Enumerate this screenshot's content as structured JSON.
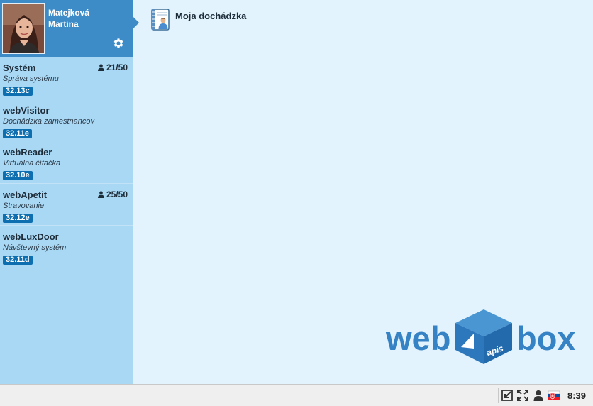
{
  "user": {
    "last_name": "Matejková",
    "first_name": "Martina"
  },
  "apps": [
    {
      "title": "Systém",
      "subtitle": "Správa systému",
      "version": "32.13c",
      "count": "21/50"
    },
    {
      "title": "webVisitor",
      "subtitle": "Dochádzka zamestnancov",
      "version": "32.11e",
      "count": ""
    },
    {
      "title": "webReader",
      "subtitle": "Virtuálna čítačka",
      "version": "32.10e",
      "count": ""
    },
    {
      "title": "webApetit",
      "subtitle": "Stravovanie",
      "version": "32.12e",
      "count": "25/50"
    },
    {
      "title": "webLuxDoor",
      "subtitle": "Návštevný systém",
      "version": "32.11d",
      "count": ""
    }
  ],
  "shortcut": {
    "label": "Moja dochádzka"
  },
  "logo": {
    "left": "web",
    "right": "box",
    "cube": "apis"
  },
  "taskbar": {
    "clock": "8:39",
    "icons": [
      "minimize-icon",
      "fullscreen-icon",
      "user-icon",
      "slovak-flag-icon"
    ]
  },
  "colors": {
    "sidebar": "#a9d8f5",
    "user_card": "#3d8cc8",
    "version_badge": "#0d6fb0",
    "main_bg": "#e3f3fd",
    "logo": "#3582c4"
  }
}
